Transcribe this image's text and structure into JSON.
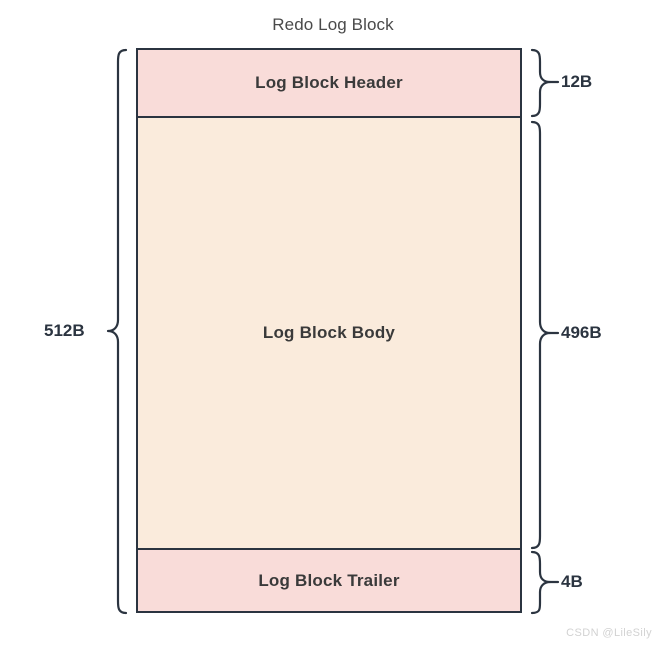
{
  "diagram": {
    "title": "Redo Log Block",
    "total_size_label": "512B",
    "sections": [
      {
        "name": "header",
        "label": "Log Block Header",
        "size_label": "12B",
        "fill": "#f9dcd9"
      },
      {
        "name": "body",
        "label": "Log Block Body",
        "size_label": "496B",
        "fill": "#faebdc"
      },
      {
        "name": "trailer",
        "label": "Log Block Trailer",
        "size_label": "4B",
        "fill": "#f9dcd9"
      }
    ],
    "colors": {
      "stroke": "#2b3440",
      "header_fill": "#f9dcd9",
      "body_fill": "#faebdc",
      "trailer_fill": "#f9dcd9",
      "title_text": "#4a4a4a",
      "label_text": "#3a3a3a",
      "watermark_text": "#d2d2d2",
      "background": "#ffffff"
    }
  },
  "watermark": {
    "text": "CSDN @LileSily"
  }
}
